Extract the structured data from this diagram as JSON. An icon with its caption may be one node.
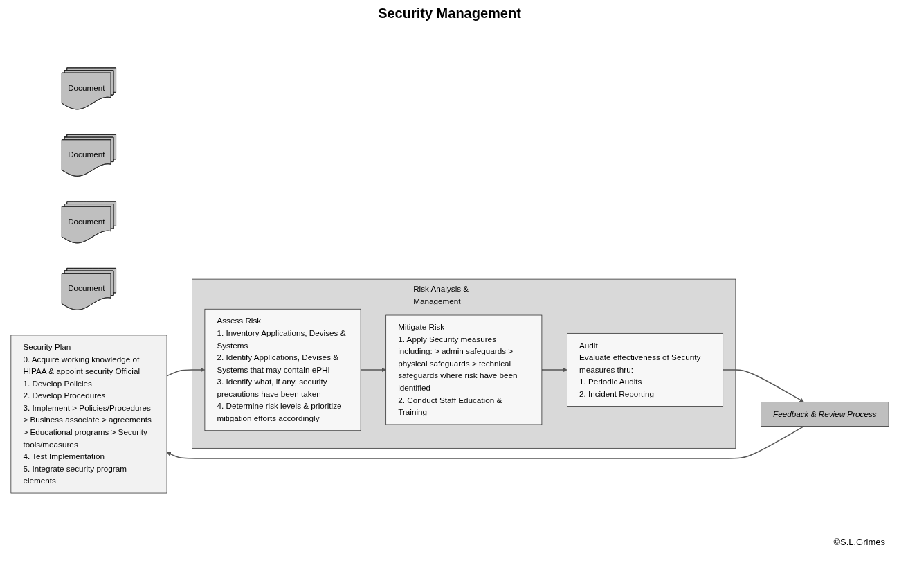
{
  "diagram": {
    "title": "Security Management",
    "nodes": [
      {
        "text": [
          "Document"
        ]
      },
      {
        "text": [
          "Document"
        ]
      },
      {
        "text": [
          "Document"
        ]
      },
      {
        "text": [
          "Document"
        ]
      },
      {
        "text": [
          "Security Plan",
          "0. Acquire working knowledge of HIPAA & appoint security Official",
          "1. Develop Policies",
          "2. Develop Procedures",
          "3. Implement > Policies/Procedures > Business associate > agreements > Educational programs > Security tools/measures",
          "4. Test Implementation",
          "5. Integrate security program elements"
        ]
      },
      {
        "text": [
          "Risk Analysis & Management"
        ]
      },
      {
        "text": [
          "Assess Risk",
          "1. Inventory Applications, Devises & Systems",
          "2. Identify Applications, Devises & Systems that may contain ePHI",
          "3. Identify what, if any, security precautions have been taken",
          "4. Determine risk levels & prioritize mitigation efforts accordingly"
        ],
        "in": 5
      },
      {
        "text": [
          "Mitigate Risk",
          "1. Apply Security measures including: > admin safeguards > physical safeguards > technical safeguards where risk have been identified",
          "2. Conduct Staff Education & Training"
        ],
        "in": 5
      },
      {
        "text": [
          "Audit",
          "Evaluate effectiveness of Security measures thru:",
          "1. Periodic Audits",
          "2. Incident Reporting"
        ],
        "in": 5
      },
      {
        "text": [
          "Feedback & Review Process"
        ]
      }
    ],
    "edges": [
      {
        "from": 4,
        "to": 6,
        "arrow": "to"
      },
      {
        "from": 6,
        "to": 7,
        "arrow": "to"
      },
      {
        "from": 7,
        "to": 8,
        "arrow": "to"
      },
      {
        "from": 8,
        "to": 9,
        "arrow": "to"
      },
      {
        "from": 9,
        "to": 4,
        "arrow": "to"
      }
    ],
    "labels": [
      "©S.L.Grimes"
    ]
  }
}
